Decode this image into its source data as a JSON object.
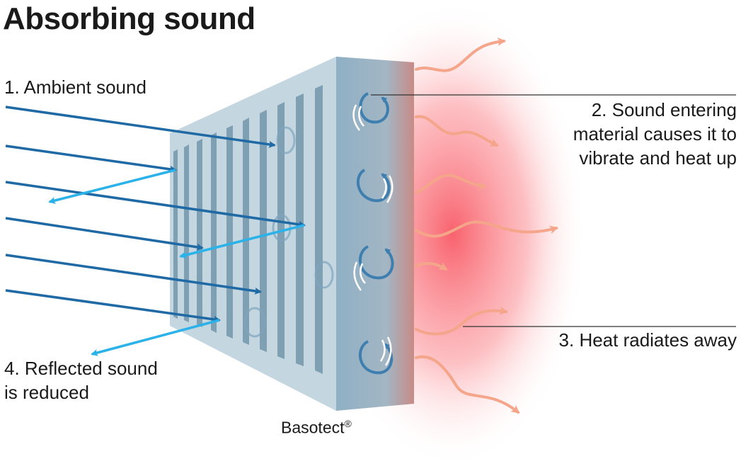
{
  "title": "Absorbing sound",
  "labels": {
    "ambient": "1. Ambient sound",
    "entering_line1": "2. Sound entering",
    "entering_line2": "material causes it to",
    "entering_line3": "vibrate and heat up",
    "heat": "3. Heat radiates away",
    "reflected_line1": "4. Reflected sound",
    "reflected_line2": "is reduced"
  },
  "material": {
    "name": "Basotect",
    "mark": "®"
  },
  "colors": {
    "incoming_arrow": "#1f6aa5",
    "reflected_arrow": "#2bb2e8",
    "heat_arrow": "#f4a58a",
    "heat_glow": "#f85a66",
    "panel_face": "#c4d6df",
    "panel_side": "#9fb8c8"
  }
}
